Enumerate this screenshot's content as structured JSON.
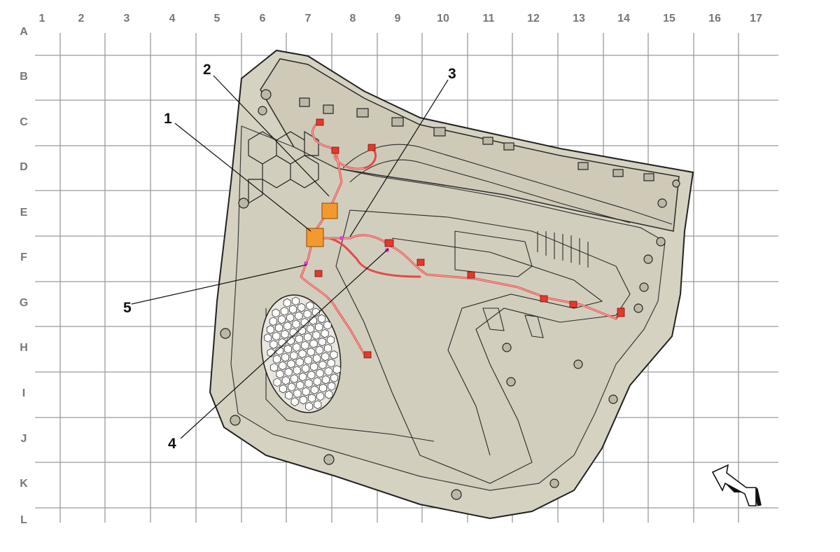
{
  "grid": {
    "columns": [
      "1",
      "2",
      "3",
      "4",
      "5",
      "6",
      "7",
      "8",
      "9",
      "10",
      "11",
      "12",
      "13",
      "14",
      "15",
      "16",
      "17"
    ],
    "rows": [
      "A",
      "B",
      "C",
      "D",
      "E",
      "F",
      "G",
      "H",
      "I",
      "J",
      "K",
      "L"
    ]
  },
  "callouts": [
    {
      "id": "1",
      "label": "1"
    },
    {
      "id": "2",
      "label": "2"
    },
    {
      "id": "3",
      "label": "3"
    },
    {
      "id": "4",
      "label": "4"
    },
    {
      "id": "5",
      "label": "5"
    }
  ],
  "colors": {
    "harness": "#e24a4a",
    "module": "#f29a30",
    "panel": "#d6d2c2",
    "grid": "#9a9a9a"
  },
  "icons": {
    "direction": "front-direction-arrow-icon"
  }
}
